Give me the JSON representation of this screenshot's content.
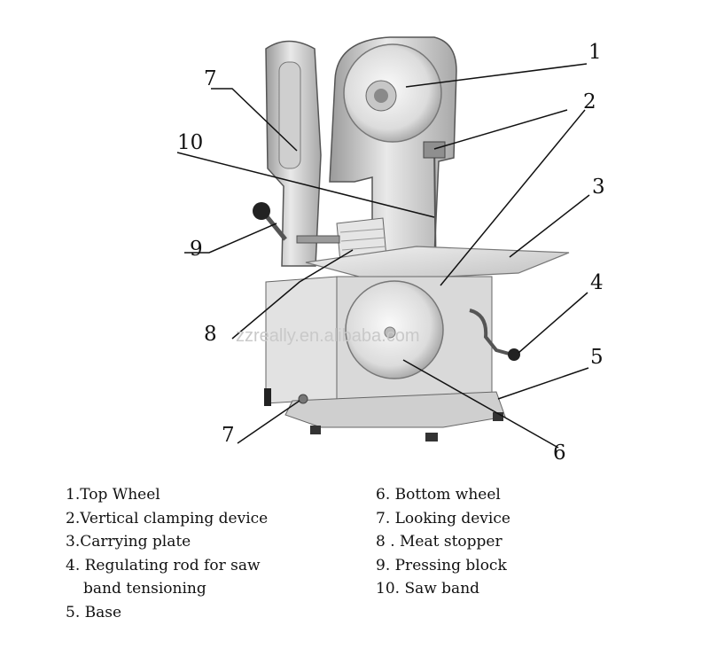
{
  "diagram": {
    "watermark": "zzreally.en.alibaba.com",
    "callouts": [
      "1",
      "2",
      "3",
      "4",
      "5",
      "6",
      "7",
      "7",
      "8",
      "9",
      "10"
    ]
  },
  "legend": {
    "left": [
      "1.Top Wheel",
      "2.Vertical clamping device",
      "3.Carrying plate",
      "4. Regulating rod for saw",
      "band tensioning",
      "5. Base"
    ],
    "right": [
      "6. Bottom wheel",
      "7. Looking device",
      "8 . Meat stopper",
      "9. Pressing block",
      "10. Saw band"
    ]
  },
  "colors": {
    "metal_light": "#e6e6e6",
    "metal_mid": "#bdbdbd",
    "metal_dark": "#8a8a8a",
    "line": "#111111"
  }
}
